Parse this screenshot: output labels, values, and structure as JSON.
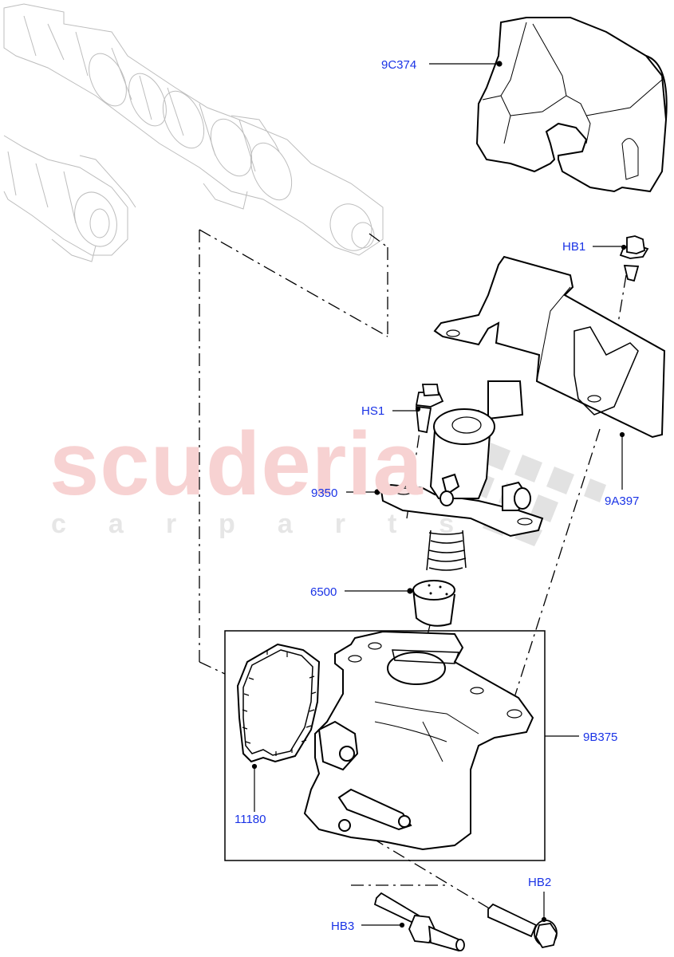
{
  "diagram": {
    "type": "exploded parts diagram",
    "subject": "High pressure fuel pump assembly",
    "label_color": "#1a33e6",
    "line_color": "#000000",
    "ghost_line_color": "#b8b8b8"
  },
  "watermark": {
    "main_text": "scuderia",
    "sub_text": "carparts",
    "main_color": "#f7d2d2",
    "sub_color": "#e4e4e4"
  },
  "callouts": [
    {
      "id": "9C374",
      "label": "9C374",
      "part": "fuel pump cover"
    },
    {
      "id": "HB1",
      "label": "HB1",
      "part": "bracket bolt"
    },
    {
      "id": "HS1",
      "label": "HS1",
      "part": "pump mounting bolt"
    },
    {
      "id": "9350",
      "label": "9350",
      "part": "high pressure fuel pump"
    },
    {
      "id": "9A397",
      "label": "9A397",
      "part": "pump bracket"
    },
    {
      "id": "6500",
      "label": "6500",
      "part": "tappet"
    },
    {
      "id": "9B375",
      "label": "9B375",
      "part": "pump housing"
    },
    {
      "id": "11180",
      "label": "11180",
      "part": "gasket"
    },
    {
      "id": "HB2",
      "label": "HB2",
      "part": "housing bolt"
    },
    {
      "id": "HB3",
      "label": "HB3",
      "part": "housing bolt"
    }
  ]
}
